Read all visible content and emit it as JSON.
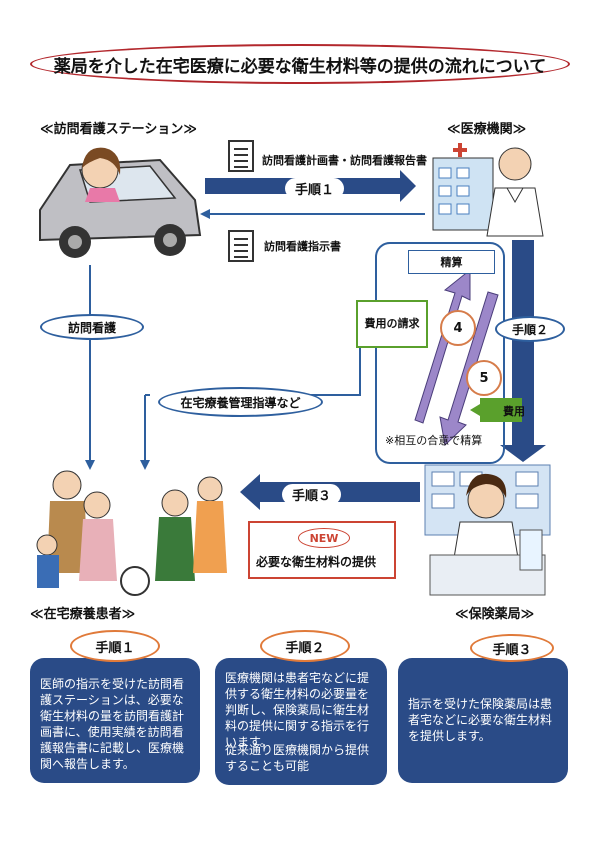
{
  "title": "薬局を介した在宅医療に必要な衛生材料等の提供の流れについて",
  "nodes": {
    "station": "≪訪問看護ステーション≫",
    "medical": "≪医療機関≫",
    "patient": "≪在宅療養患者≫",
    "pharmacy": "≪保険薬局≫"
  },
  "documents": {
    "plan_report": "訪問看護計画書・訪問看護報告書",
    "instruction": "訪問看護指示書"
  },
  "flow_labels": {
    "step1": "手順１",
    "step2": "手順２",
    "step3": "手順３",
    "visit_nursing": "訪問看護",
    "home_management": "在宅療養管理指導など",
    "settlement": "精算",
    "cost_claim": "費用の請求",
    "cost": "費用",
    "mutual_note": "※相互の合意で精算",
    "num4": "4",
    "num5": "5",
    "new_badge": "NEW",
    "provide_materials": "必要な衛生材料の提供"
  },
  "cards": [
    {
      "heading": "手順１",
      "body": "医師の指示を受けた訪問看護ステーションは、必要な衛生材料の量を訪問看護計画書に、使用実績を訪問看護報告書に記載し、医療機関へ報告します。"
    },
    {
      "heading": "手順２",
      "body": "医療機関は患者宅などに提供する衛生材料の必要量を判断し、保険薬局に衛生材料の提供に関する指示を行います。",
      "body2": "従来通り医療機関から提供することも可能"
    },
    {
      "heading": "手順３",
      "body": "指示を受けた保険薬局は患者宅などに必要な衛生材料を提供します。"
    }
  ]
}
